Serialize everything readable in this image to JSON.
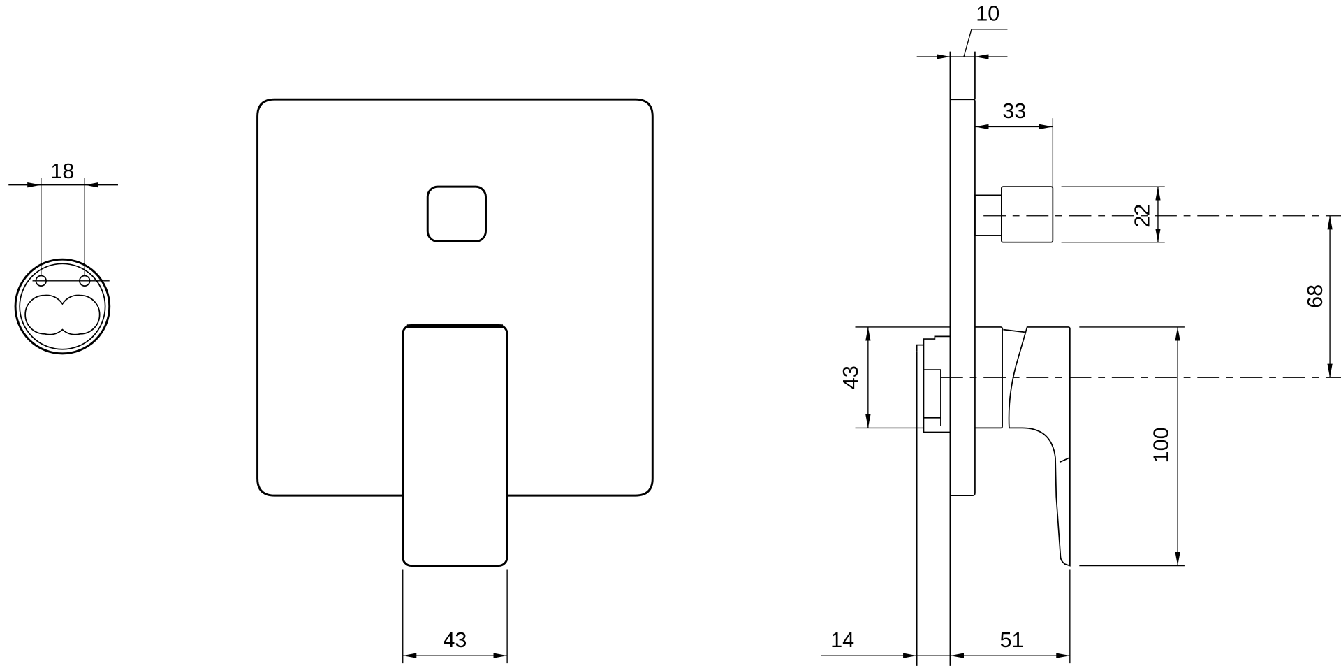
{
  "title": "Concealed shower mixer with diverter – dimensional drawing",
  "dimensions": {
    "cartridge_hole_spacing": "18",
    "handle_width": "43",
    "plate_thickness": "10",
    "outlet_projection": "33",
    "outlet_diameter": "22",
    "outlet_to_axis": "68",
    "body_height": "43",
    "handle_length": "100",
    "rear_offset": "14",
    "handle_projection": "51"
  }
}
